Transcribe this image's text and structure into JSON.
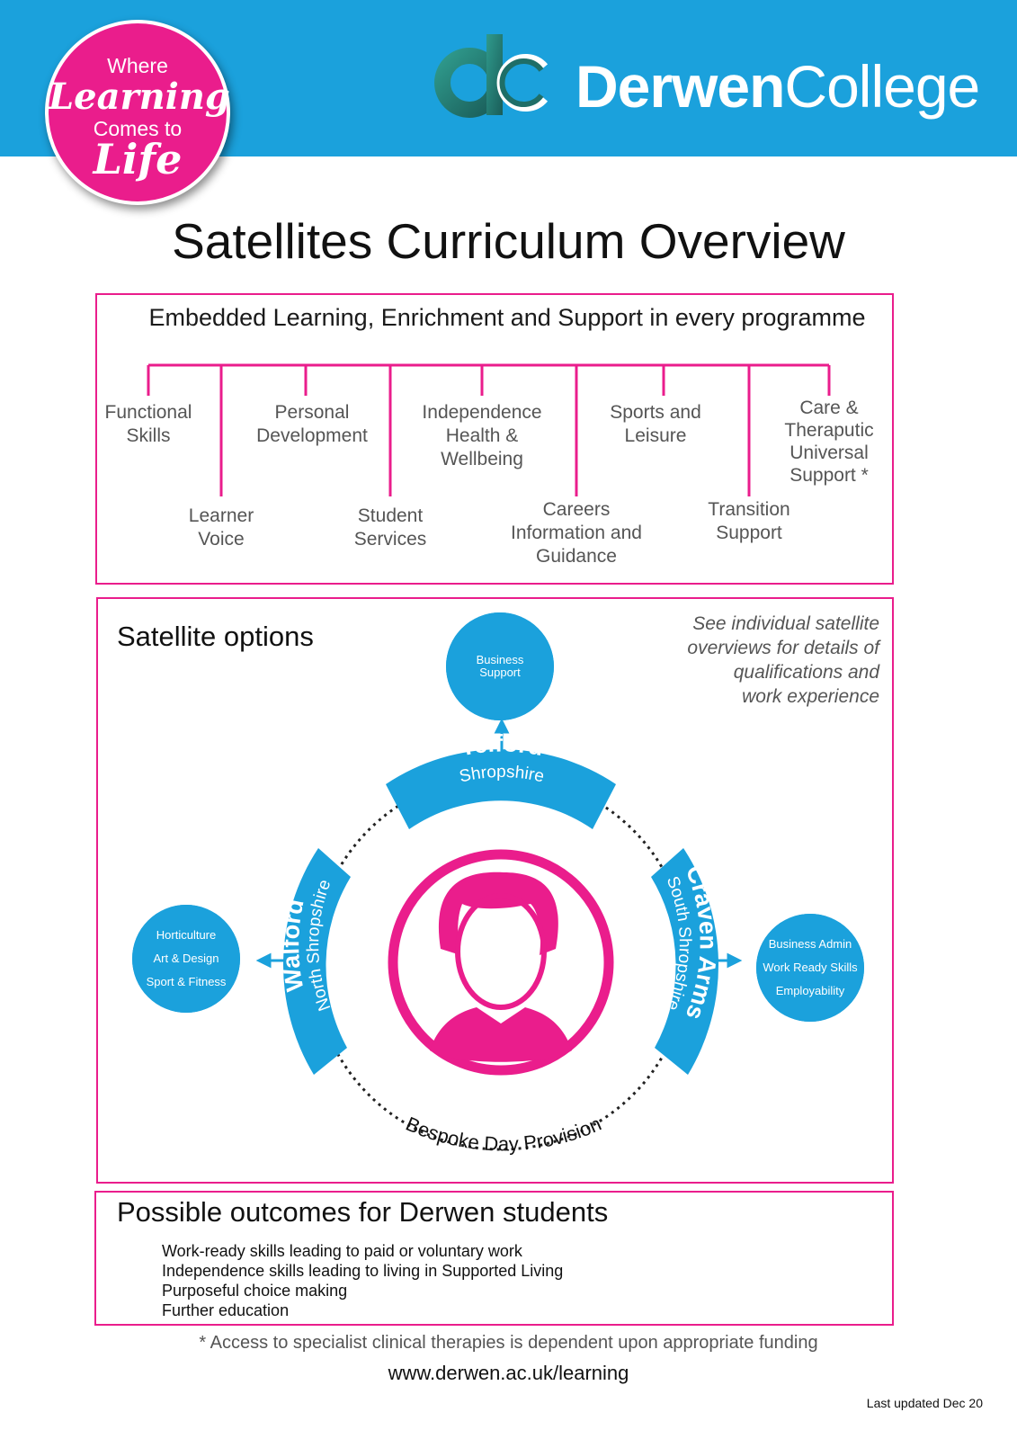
{
  "header": {
    "badge_lines": [
      "Where",
      "Learning",
      "Comes to",
      "Life"
    ],
    "logo_letters": "dc",
    "brand_bold": "Derwen",
    "brand_light": "College"
  },
  "title": "Satellites Curriculum Overview",
  "embedded": {
    "heading": "Embedded Learning, Enrichment and Support in every programme",
    "topics_top": [
      {
        "lines": [
          "Functional",
          "Skills"
        ]
      },
      {
        "lines": [
          "Personal",
          "Development"
        ]
      },
      {
        "lines": [
          "Independence",
          "Health &",
          "Wellbeing"
        ]
      },
      {
        "lines": [
          "Sports and",
          "Leisure"
        ]
      },
      {
        "lines": [
          "Care &",
          "Theraputic",
          "Universal",
          "Support *"
        ]
      }
    ],
    "topics_bottom": [
      {
        "lines": [
          "Learner",
          "Voice"
        ]
      },
      {
        "lines": [
          "Student",
          "Services"
        ]
      },
      {
        "lines": [
          "Careers",
          "Information and",
          "Guidance"
        ]
      },
      {
        "lines": [
          "Transition",
          "Support"
        ]
      }
    ]
  },
  "satellites": {
    "heading": "Satellite options",
    "note_lines": [
      "See individual satellite",
      "overviews for details of",
      "qualifications and",
      "work experience"
    ],
    "center_label": "Bespoke Day Provision",
    "telford": {
      "name": "Telford",
      "region": "Shropshire",
      "options": [
        "Business",
        "Support"
      ]
    },
    "walford": {
      "name": "Walford",
      "region": "North Shropshire",
      "options": [
        "Horticulture",
        "Art & Design",
        "Sport & Fitness"
      ]
    },
    "craven": {
      "name": "Craven Arms",
      "region": "South Shropshire",
      "options": [
        "Business Admin",
        "Work Ready Skills",
        "Employability"
      ]
    }
  },
  "outcomes": {
    "heading": "Possible outcomes for Derwen students",
    "items": [
      "Work-ready skills leading to paid or voluntary work",
      "Independence skills leading to living in Supported Living",
      "Purposeful choice making",
      "Further education"
    ]
  },
  "footnote": "* Access to specialist clinical therapies is dependent upon appropriate funding",
  "url": "www.derwen.ac.uk/learning",
  "updated": "Last updated Dec 20",
  "colors": {
    "blue": "#1ba1dc",
    "pink": "#ea1d8c",
    "logo_green": "#1f6e67"
  }
}
